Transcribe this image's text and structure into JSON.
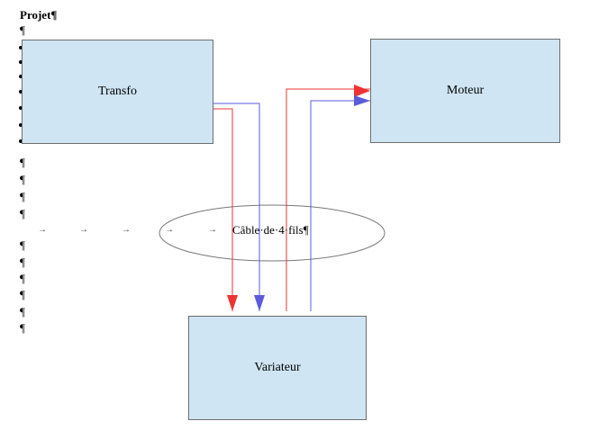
{
  "document": {
    "heading": "Projet¶",
    "pilcrow": "¶",
    "tab_mark": "→"
  },
  "diagram": {
    "nodes": {
      "transfo": "Transfo",
      "moteur": "Moteur",
      "variateur": "Variateur"
    },
    "cable_label": "Câble·de·4·fils¶",
    "colors": {
      "box_fill": "#cfe5f3",
      "box_border": "#6e6e6e",
      "wire_red": "#ee3333",
      "wire_blue": "#5b5bdc"
    }
  }
}
